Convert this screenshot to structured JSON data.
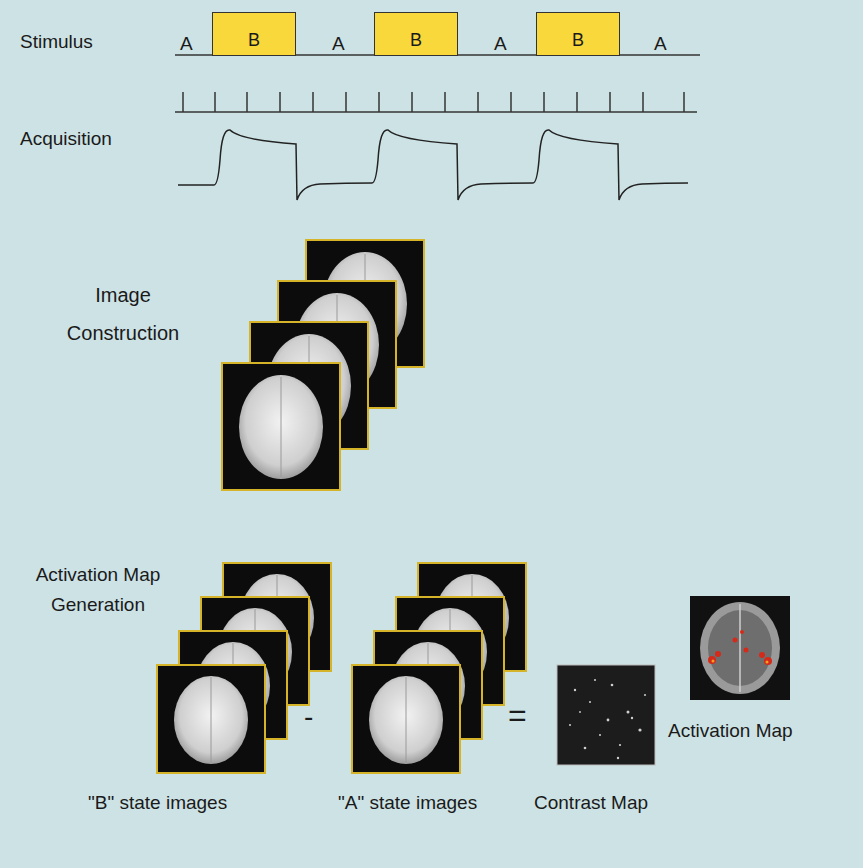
{
  "diagram": {
    "nodes": [
      {
        "text": [
          "B"
        ]
      },
      {
        "text": [
          "B"
        ]
      },
      {
        "text": [
          "B"
        ]
      }
    ],
    "labels": [
      "Stimulus",
      "A",
      "A",
      "A",
      "A",
      "Acquisition",
      "Image Construction",
      "Activation Map Generation",
      "-",
      "=",
      "\"B\" state images",
      "\"A\" state images",
      "Contrast Map",
      "Activation Map"
    ]
  }
}
